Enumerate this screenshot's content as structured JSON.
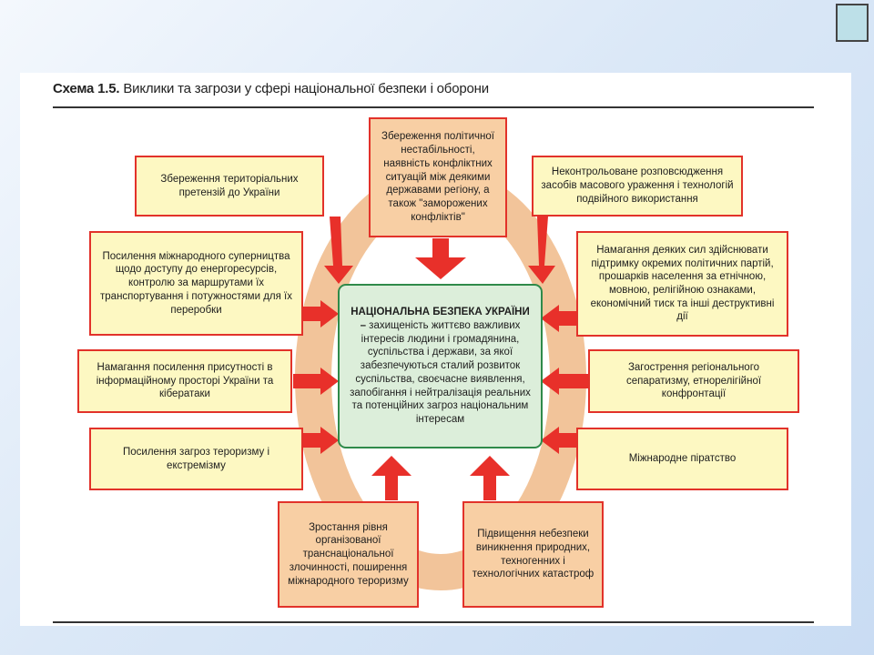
{
  "title": {
    "prefix": "Схема 1.5.",
    "text": "Виклики та загрози у сфері національної безпеки і оборони"
  },
  "center": {
    "title": "НАЦІОНАЛЬНА БЕЗПЕКА УКРАЇНИ",
    "dash": " –",
    "text": "захищеність життєво важливих інтересів людини і громадянина, суспільства і держави, за якої забезпечуються сталий розвиток суспільства, своєчасне виявлення, запобігання і нейтралізація реальних та потенційних загроз національним інтересам"
  },
  "threats": {
    "top": "Збереження політичної нестабільності, наявність конфліктних ситуацій між деякими державами регіону, а також \"заморожених конфліктів\"",
    "left_top": "Збереження територіальних претензій до України",
    "left_1": "Посилення міжнародного суперництва щодо доступу до енергоресурсів, контролю за маршрутами їх транспортування і потужностями для їх переробки",
    "left_2": "Намагання посилення присутності в інформаційному просторі України та кібератаки",
    "left_3": "Посилення загроз тероризму і екстремізму",
    "right_top": "Неконтрольоване розповсюдження засобів масового ураження і технологій подвійного використання",
    "right_1": "Намагання деяких сил здійснювати підтримку окремих політичних партій, прошарків населення за етнічною, мовною, релігійною ознаками, економічний тиск та інші деструктивні дії",
    "right_2": "Загострення регіонального сепаратизму, етнорелігійної конфронтації",
    "right_3": "Міжнародне піратство",
    "bottom_left": "Зростання рівня організованої транснаціональної злочинності, поширення міжнародного тероризму",
    "bottom_right": "Підвищення небезпеки виникнення природних, техногенних і технологічних катастроф"
  },
  "colors": {
    "ring": "#f2c49a",
    "arrow": "#e8302a",
    "box_yellow": "#fdf8c2",
    "box_salmon": "#f8cfa4",
    "center_fill": "#dceeda",
    "center_border": "#2f8a4a"
  }
}
